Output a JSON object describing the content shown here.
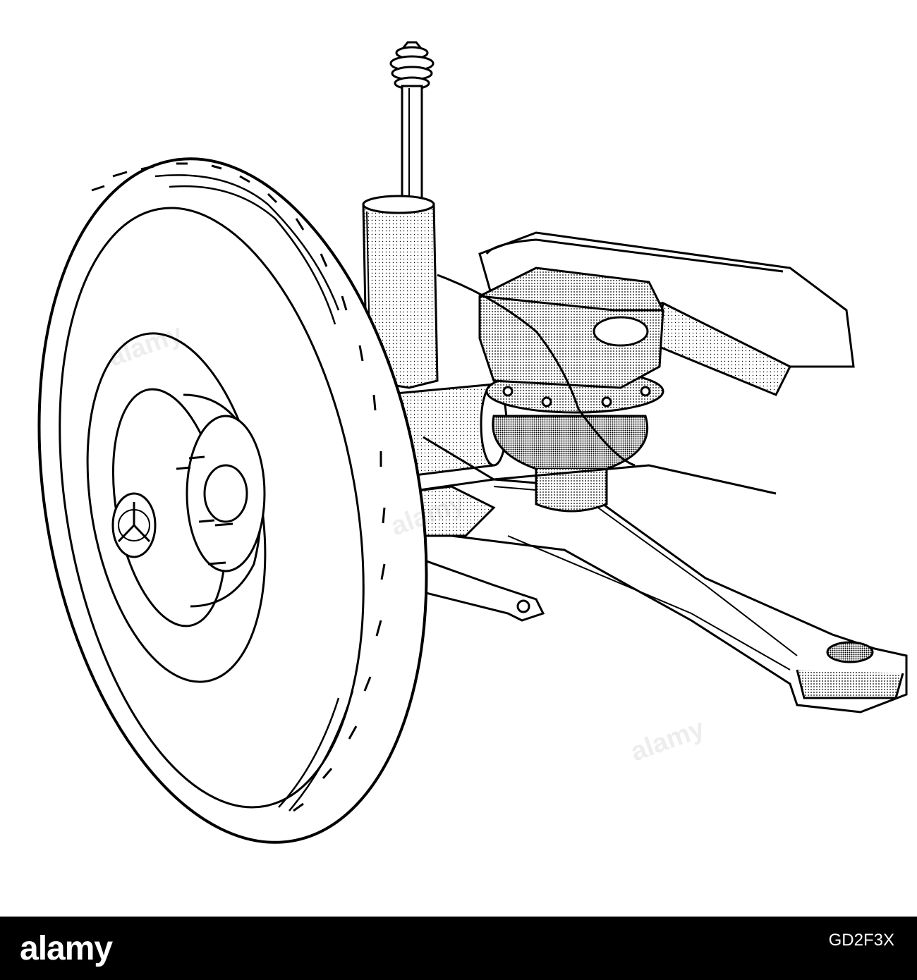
{
  "image": {
    "subject": "front-wheel-suspension-cutaway",
    "style": "black-and-white line drawing with halftone shading"
  },
  "footer": {
    "logo_text": "alamy",
    "image_id": "GD2F3X",
    "background": "#000000",
    "text_color": "#ffffff"
  },
  "watermark": {
    "text": "alamy"
  }
}
